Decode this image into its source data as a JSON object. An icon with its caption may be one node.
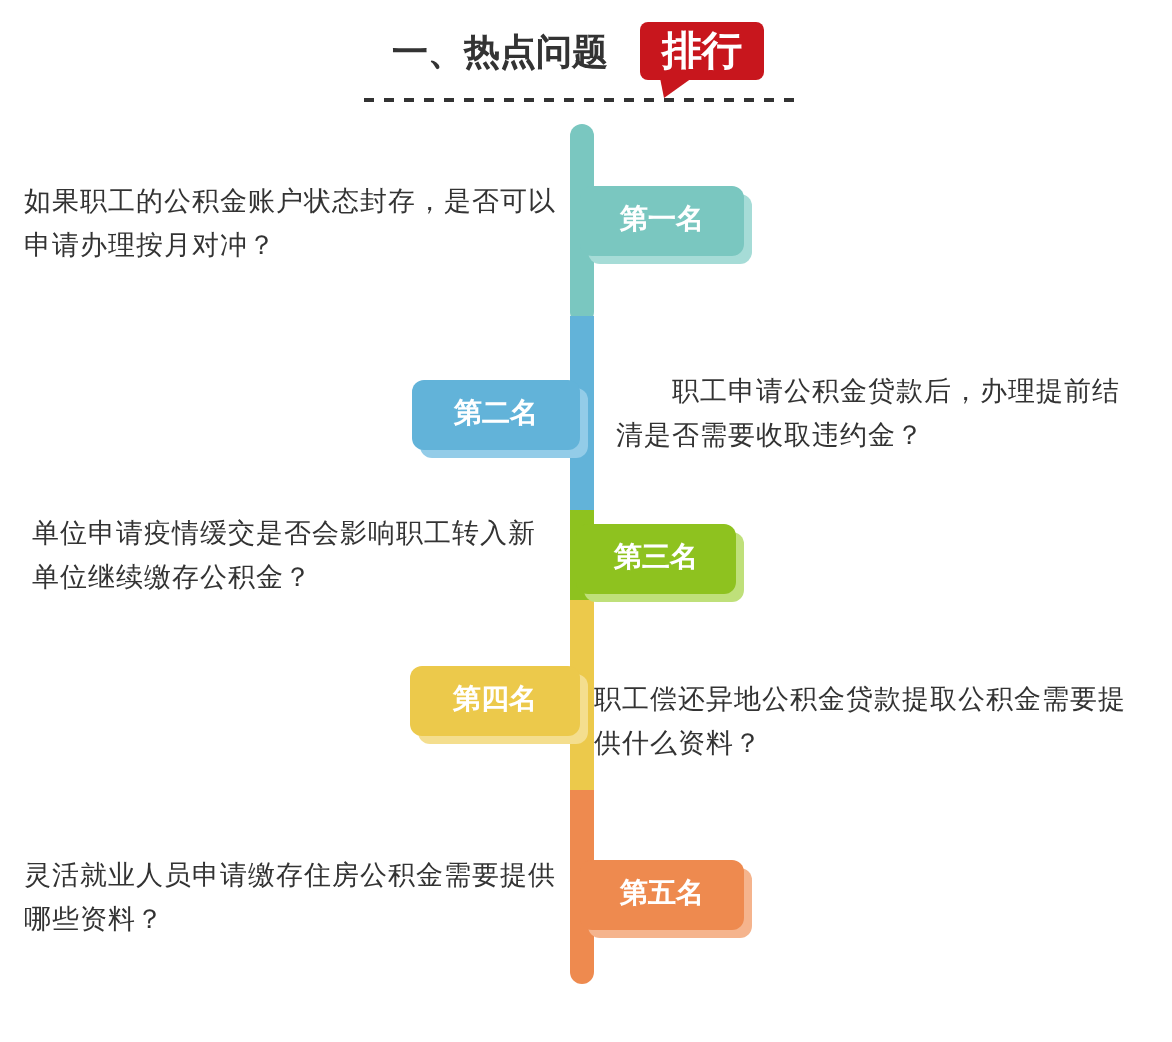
{
  "diagram": {
    "title": "一、热点问题",
    "nodes": [
      {
        "text": [
          "第一名"
        ],
        "beside": [
          "如果职工的公积金账户状态封存，是否可以申请办理按月对冲？"
        ]
      },
      {
        "text": [
          "第二名"
        ],
        "beside": [
          "职工申请公积金贷款后，办理提前结清是否需要收取违约金？"
        ]
      },
      {
        "text": [
          "第三名"
        ],
        "beside": [
          "单位申请疫情缓交是否会影响职工转入新单位继续缴存公积金？"
        ]
      },
      {
        "text": [
          "第四名"
        ],
        "beside": [
          "职工偿还异地公积金贷款提取公积金需要提供什么资料？"
        ]
      },
      {
        "text": [
          "第五名"
        ],
        "beside": [
          "灵活就业人员申请缴存住房公积金需要提供哪些资料？"
        ]
      }
    ],
    "labels": [
      "排行"
    ]
  }
}
